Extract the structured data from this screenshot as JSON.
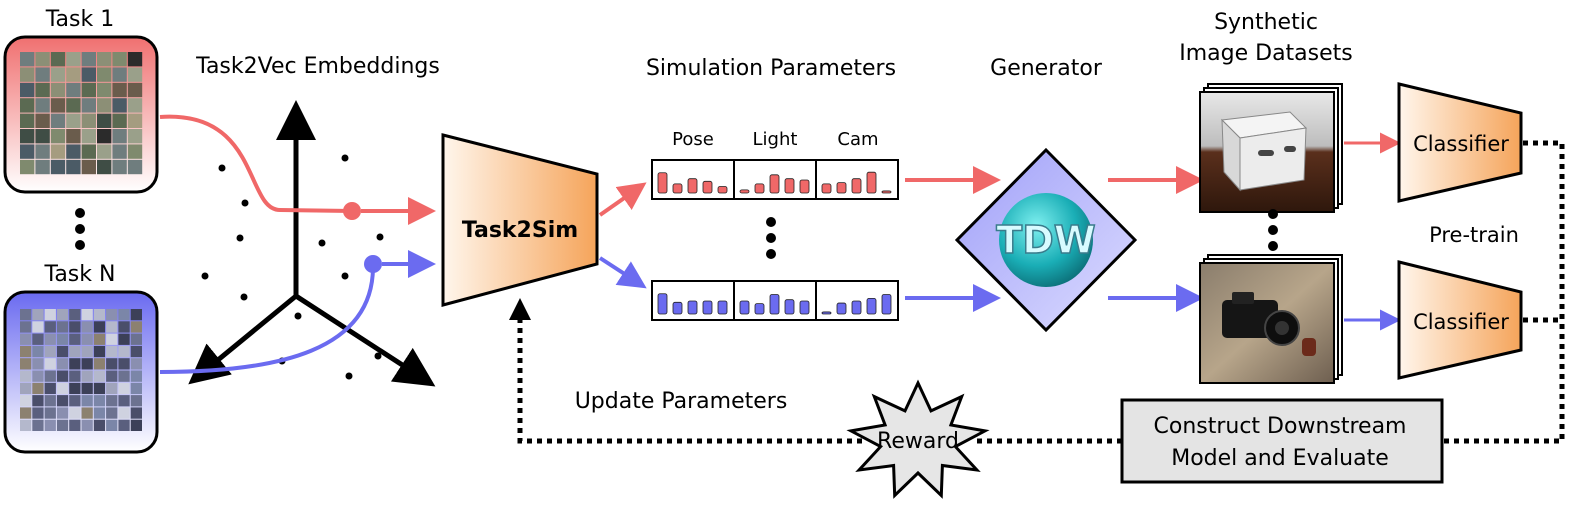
{
  "tasks": {
    "first_label": "Task 1",
    "last_label": "Task N"
  },
  "embeddings": {
    "title": "Task2Vec Embeddings"
  },
  "model": {
    "label": "Task2Sim"
  },
  "simulation": {
    "title": "Simulation Parameters",
    "groups": [
      "Pose",
      "Light",
      "Cam"
    ],
    "red_bar_levels": [
      [
        0.78,
        0.35,
        0.55,
        0.45,
        0.25
      ],
      [
        0.12,
        0.35,
        0.7,
        0.55,
        0.5
      ],
      [
        0.35,
        0.4,
        0.55,
        0.8,
        0.08
      ]
    ],
    "blue_bar_levels": [
      [
        0.78,
        0.45,
        0.5,
        0.5,
        0.5
      ],
      [
        0.5,
        0.4,
        0.75,
        0.55,
        0.5
      ],
      [
        0.08,
        0.42,
        0.5,
        0.6,
        0.75
      ]
    ]
  },
  "generator": {
    "title": "Generator",
    "logo_text": "TDW"
  },
  "datasets": {
    "title_line1": "Synthetic",
    "title_line2": "Image Datasets"
  },
  "classifiers": {
    "top_label": "Classifier",
    "bottom_label": "Classifier",
    "pretrain_label": "Pre-train"
  },
  "evaluation": {
    "line1": "Construct Downstream",
    "line2": "Model and Evaluate"
  },
  "reward": {
    "label": "Reward"
  },
  "feedback": {
    "label": "Update Parameters"
  },
  "colors": {
    "red": "#f06868",
    "blue": "#6b6bf0",
    "orange": "#f5a45a",
    "tdw_teal": "#22b8c0",
    "tdw_diamond": "#8a8af0"
  }
}
